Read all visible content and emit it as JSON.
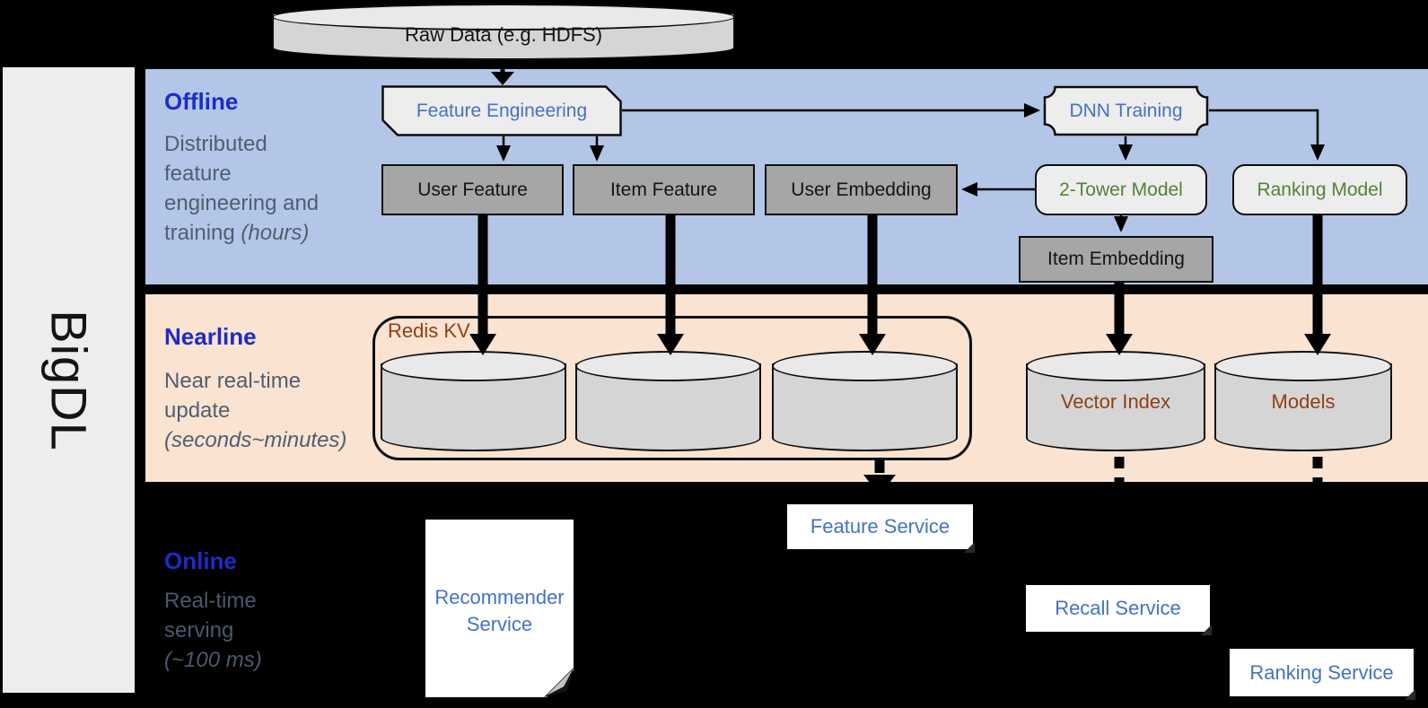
{
  "brand": {
    "name": "BigDL"
  },
  "datastore": {
    "raw_data_label": "Raw Data (e.g. HDFS)"
  },
  "lanes": {
    "offline": {
      "title": "Offline",
      "line1": "Distributed",
      "line2": "feature",
      "line3": "engineering and",
      "line4": "training ",
      "line4_italic": "(hours)"
    },
    "nearline": {
      "title": "Nearline",
      "line1": "Near real-time",
      "line2": "update",
      "line3_italic": "(seconds~minutes)"
    },
    "online": {
      "title": "Online",
      "line1": "Real-time",
      "line2": "serving",
      "line3_italic": "(~100 ms)"
    }
  },
  "nodes": {
    "feature_engineering": "Feature Engineering",
    "dnn_training": "DNN Training",
    "user_feature": "User Feature",
    "item_feature": "Item Feature",
    "user_embedding": "User Embedding",
    "two_tower_model": "2-Tower Model",
    "ranking_model": "Ranking Model",
    "item_embedding": "Item Embedding",
    "redis_kv": "Redis KV",
    "vector_index": "Vector Index",
    "models": "Models",
    "recommender_service": "Recommender Service",
    "feature_service": "Feature Service",
    "recall_service": "Recall Service",
    "ranking_service": "Ranking Service"
  },
  "colors": {
    "offline_band": "#b3c6e8",
    "nearline_band": "#fbe3d2",
    "background": "#000000",
    "brand_bar": "#ededed",
    "lane_title_blue": "#1c2cc8",
    "lane_desc_gray": "#505e70",
    "flowchart_text_blue": "#4472c4",
    "model_text_green": "#548235",
    "store_text_brown": "#903f12",
    "gray_box_fill": "#a6a6a6",
    "light_box_fill": "#ededed",
    "cylinder_fill": "#d5d5d5"
  }
}
